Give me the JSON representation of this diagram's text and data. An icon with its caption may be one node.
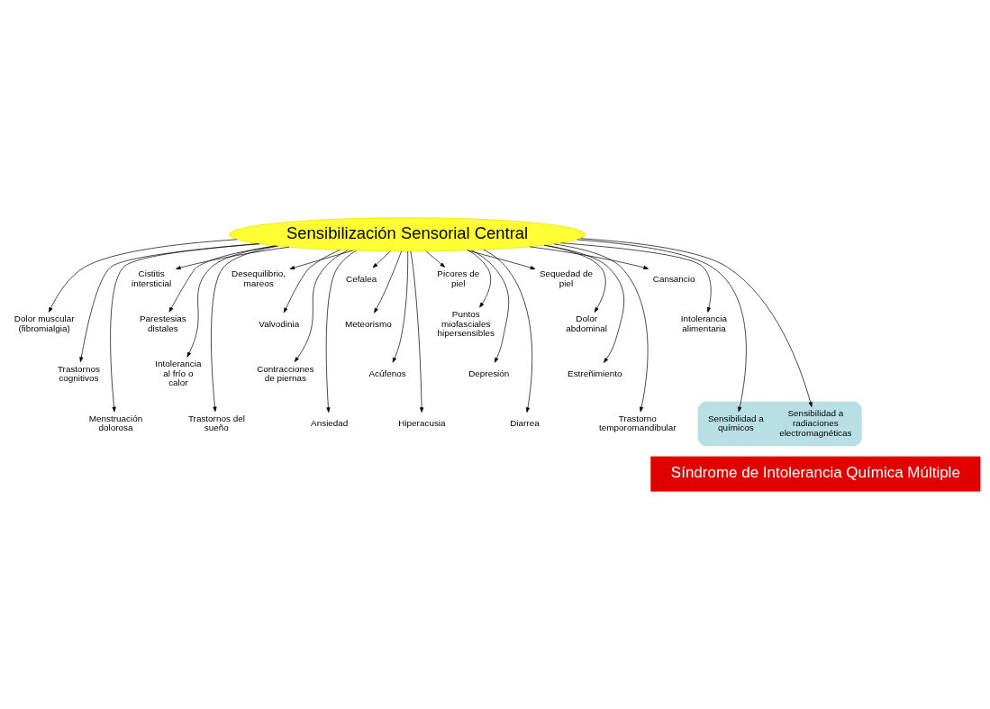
{
  "diagram": {
    "nodes": [
      {
        "text": [
          "Sensibilización Sensorial Central"
        ]
      },
      {
        "text": [
          "Dolor muscular (fibromialgia)"
        ]
      },
      {
        "text": [
          "Trastornos cognitivos"
        ]
      },
      {
        "text": [
          "Menstruación dolorosa"
        ]
      },
      {
        "text": [
          "Cistitis intersticial"
        ]
      },
      {
        "text": [
          "Parestesias distales"
        ]
      },
      {
        "text": [
          "Intolerancia al frío o calor"
        ]
      },
      {
        "text": [
          "Trastornos del sueño"
        ]
      },
      {
        "text": [
          "Desequilibrio, mareos"
        ]
      },
      {
        "text": [
          "Valvodinia"
        ]
      },
      {
        "text": [
          "Contracciones de piernas"
        ]
      },
      {
        "text": [
          "Ansiedad"
        ]
      },
      {
        "text": [
          "Cefalea"
        ]
      },
      {
        "text": [
          "Meteorismo"
        ]
      },
      {
        "text": [
          "Acúfenos"
        ]
      },
      {
        "text": [
          "Hiperacusia"
        ]
      },
      {
        "text": [
          "Picores de piel"
        ]
      },
      {
        "text": [
          "Puntos miofasciales hipersensibles"
        ]
      },
      {
        "text": [
          "Depresión"
        ]
      },
      {
        "text": [
          "Diarrea"
        ]
      },
      {
        "text": [
          "Sequedad de piel"
        ]
      },
      {
        "text": [
          "Dolor abdominal"
        ]
      },
      {
        "text": [
          "Estreñimiento"
        ]
      },
      {
        "text": [
          "Trastorno temporomandibular"
        ]
      },
      {
        "text": [
          "Cansancio"
        ]
      },
      {
        "text": [
          "Intolerancia alimentaria"
        ]
      },
      {
        "text": [],
        "shape": "box"
      },
      {
        "text": [
          "Sensibilidad a químicos"
        ],
        "in": 26
      },
      {
        "text": [
          "Sensibilidad a radiaciones electromagnéticas"
        ],
        "in": 26
      },
      {
        "text": [
          "Síndrome de Intolerancia Química Múltiple"
        ]
      }
    ],
    "edges": [
      {
        "from": 0,
        "to": 1,
        "arrow": "to"
      },
      {
        "from": 0,
        "to": 2,
        "arrow": "to"
      },
      {
        "from": 0,
        "to": 3,
        "arrow": "to"
      },
      {
        "from": 0,
        "to": 4,
        "arrow": "to"
      },
      {
        "from": 0,
        "to": 5,
        "arrow": "to"
      },
      {
        "from": 0,
        "to": 6,
        "arrow": "to"
      },
      {
        "from": 0,
        "to": 7,
        "arrow": "to"
      },
      {
        "from": 0,
        "to": 8,
        "arrow": "to"
      },
      {
        "from": 0,
        "to": 9,
        "arrow": "to"
      },
      {
        "from": 0,
        "to": 10,
        "arrow": "to"
      },
      {
        "from": 0,
        "to": 11,
        "arrow": "to"
      },
      {
        "from": 0,
        "to": 12,
        "arrow": "to"
      },
      {
        "from": 0,
        "to": 13,
        "arrow": "to"
      },
      {
        "from": 0,
        "to": 14,
        "arrow": "to"
      },
      {
        "from": 0,
        "to": 15,
        "arrow": "to"
      },
      {
        "from": 0,
        "to": 16,
        "arrow": "to"
      },
      {
        "from": 0,
        "to": 17,
        "arrow": "to"
      },
      {
        "from": 0,
        "to": 18,
        "arrow": "to"
      },
      {
        "from": 0,
        "to": 19,
        "arrow": "to"
      },
      {
        "from": 0,
        "to": 20,
        "arrow": "to"
      },
      {
        "from": 0,
        "to": 21,
        "arrow": "to"
      },
      {
        "from": 0,
        "to": 22,
        "arrow": "to"
      },
      {
        "from": 0,
        "to": 23,
        "arrow": "to"
      },
      {
        "from": 0,
        "to": 24,
        "arrow": "to"
      },
      {
        "from": 0,
        "to": 25,
        "arrow": "to"
      },
      {
        "from": 0,
        "to": 27,
        "arrow": "to"
      },
      {
        "from": 0,
        "to": 28,
        "arrow": "to"
      }
    ]
  }
}
